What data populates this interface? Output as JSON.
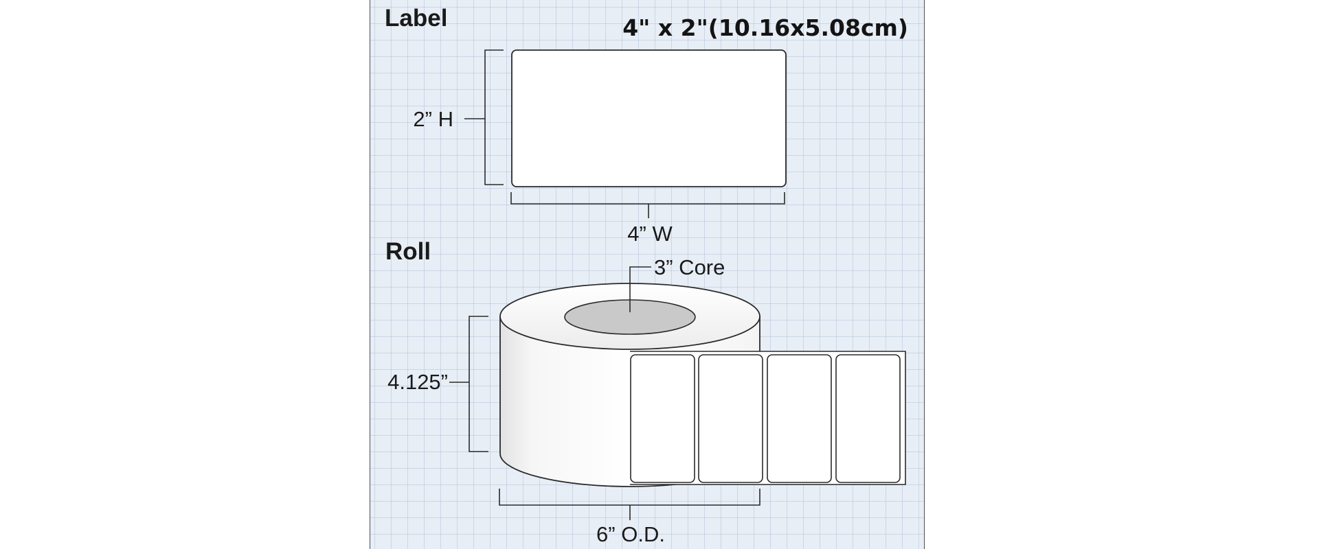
{
  "label_section": {
    "heading": "Label",
    "size_title": "4\" x 2\"(10.16x5.08cm)",
    "height_label": "2” H",
    "width_label": "4” W"
  },
  "roll_section": {
    "heading": "Roll",
    "core_label": "3” Core",
    "width_label": "4.125”",
    "od_label": "6” O.D."
  }
}
